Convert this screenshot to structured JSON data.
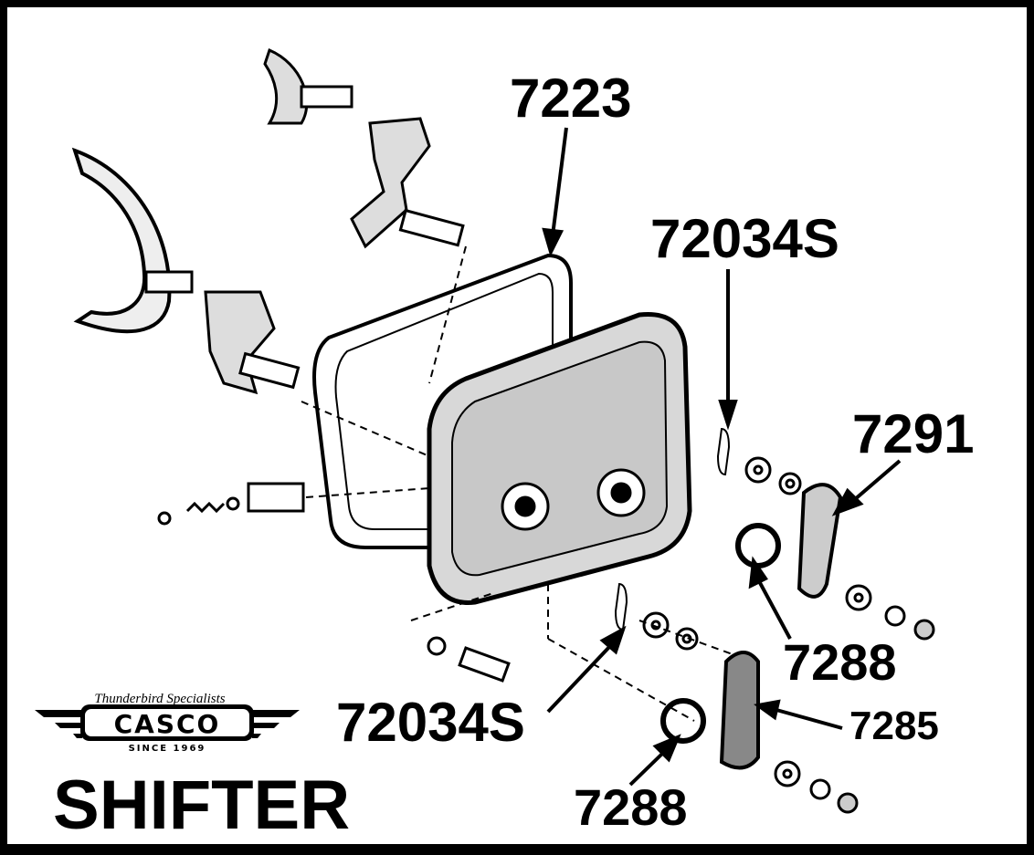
{
  "title": "SHIFTER",
  "logo": {
    "tagline": "Thunderbird Specialists",
    "brand": "CASCO",
    "since": "SINCE 1969"
  },
  "callouts": [
    {
      "part": "7223"
    },
    {
      "part": "72034S"
    },
    {
      "part": "7291"
    },
    {
      "part": "7288"
    },
    {
      "part": "7285"
    },
    {
      "part": "72034S"
    },
    {
      "part": "7288"
    }
  ],
  "colors": {
    "ink": "#000000",
    "paper": "#ffffff"
  }
}
